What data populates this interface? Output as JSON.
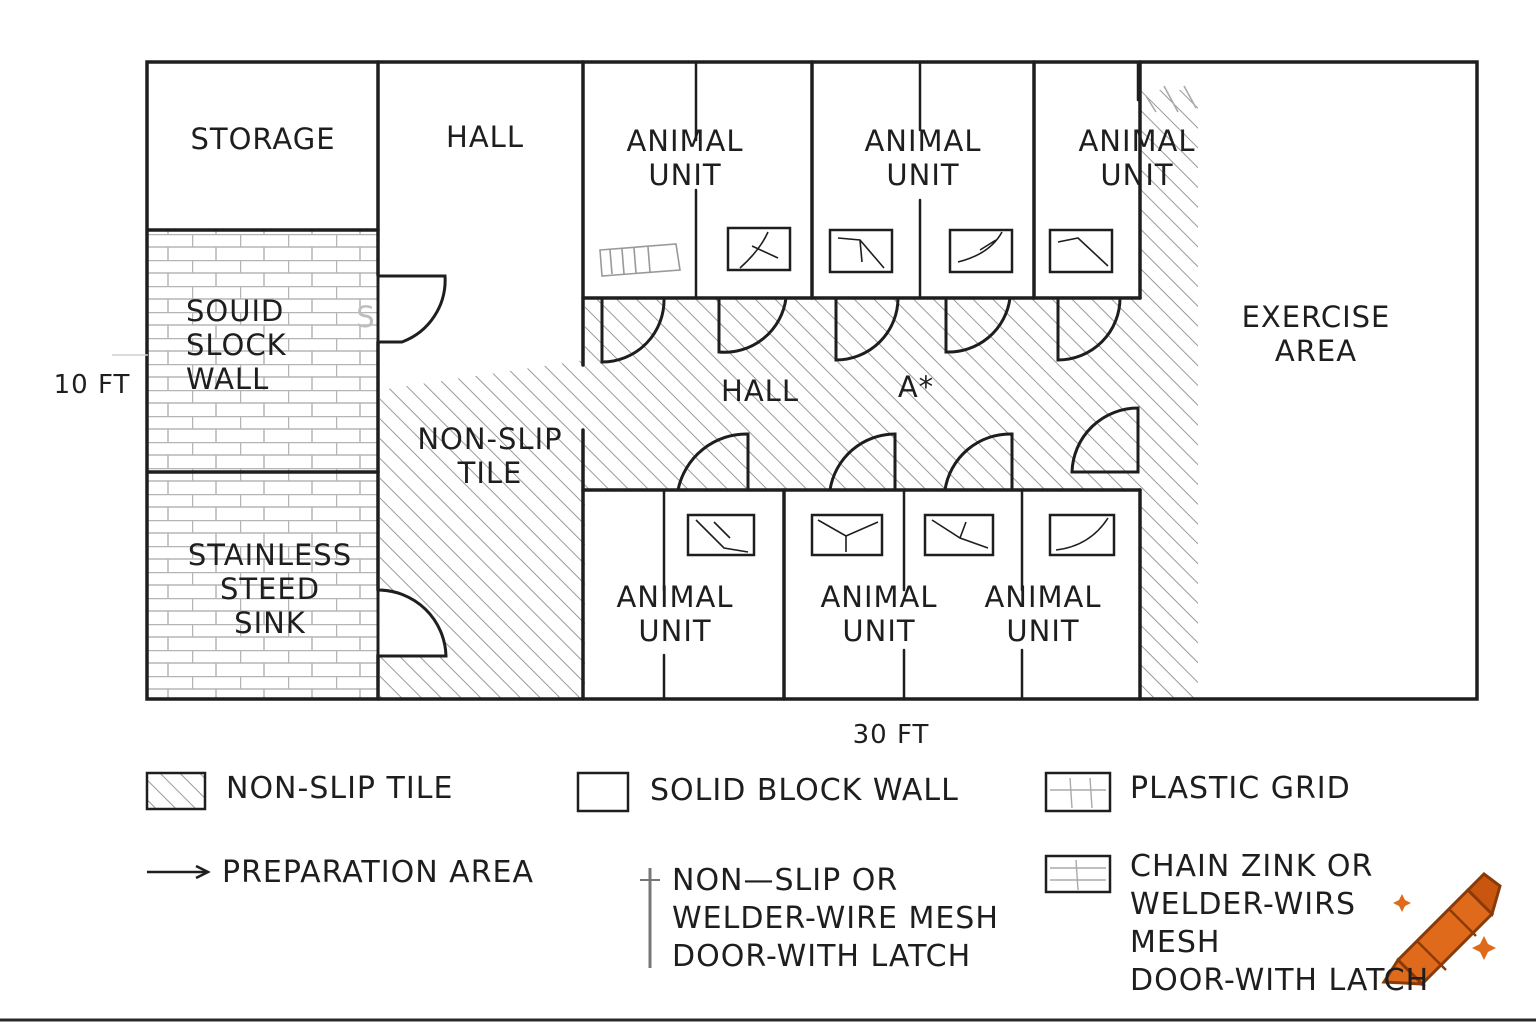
{
  "rooms": {
    "storage": "STORAGE",
    "hall_top": "HALL",
    "hall_center": "HALL",
    "block_wall": "SOUID\nSLOCK\nWALL",
    "sink": "STAINLESS\nSTEED\nSINK",
    "tile": "NON-SLIP\nTILE",
    "exercise": "EXERCISE\nAREA",
    "marker": "A*",
    "stray_mark": "S",
    "animal_units_top": [
      "ANIMAL\nUNIT",
      "ANIMAL\nUNIT",
      "ANIMAL\nUNIT"
    ],
    "animal_units_bottom": [
      "ANIMAL\nUNIT",
      "ANIMAL\nUNIT",
      "ANIMAL\nUNIT"
    ]
  },
  "dimensions": {
    "height": "10 FT",
    "width": "30 FT"
  },
  "legend": {
    "tile": "NON-SLIP TILE",
    "block": "SOLID BLOCK WALL",
    "grid": "PLASTIC GRID",
    "prep": "PREPARATION AREA",
    "door": "NON—SLIP OR\nWELDER-WIRE MESH\nDOOR-WITH LATCH",
    "chain": "CHAIN ZINK OR\nWELDER-WIRS MESH\nDOOR-WITH LATCH"
  },
  "colors": {
    "line": "#1e1e1e",
    "hatch": "#9a9a9a",
    "brick": "#b5b5b5",
    "crayon": "#e06a1c"
  }
}
